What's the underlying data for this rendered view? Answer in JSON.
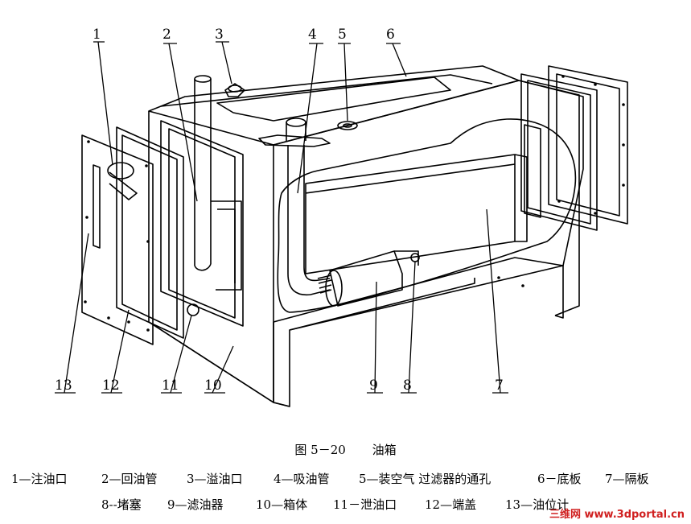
{
  "figure": {
    "title_num": "图 5－20",
    "title_text": "油箱"
  },
  "callouts": [
    "1",
    "2",
    "3",
    "4",
    "5",
    "6",
    "7",
    "8",
    "9",
    "10",
    "11",
    "12",
    "13"
  ],
  "legend": {
    "row1": [
      "1—注油口",
      "2—回油管",
      "3—溢油口",
      "4—吸油管",
      "5—装空气 过滤器的通孔",
      "6－底板",
      "7—隔板"
    ],
    "row2": [
      "8--堵塞",
      "9—滤油器",
      "10—箱体",
      "11－泄油口",
      "12—端盖",
      "13—油位计"
    ]
  },
  "watermark": "三维网 www.3dportal.cn"
}
